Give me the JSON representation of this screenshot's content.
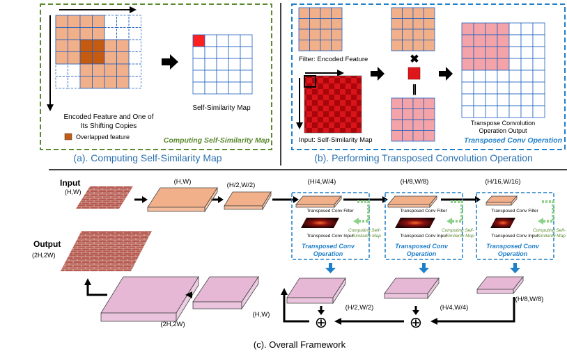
{
  "panel_a": {
    "caption": "(a). Computing Self-Similarity Map",
    "title": "Computing Self-Similarity Map",
    "encoded_label_line1": "Encoded Feature and One of",
    "encoded_label_line2": "Its Shifting Copies",
    "legend_label": "Overlapped feature",
    "map_label": "Self-Similarity Map"
  },
  "panel_b": {
    "caption": "(b). Performing Transposed Convolution Operation",
    "title": "Transposed Conv Operation",
    "filter_label": "Filter:  Encoded Feature",
    "input_label": "Input:  Self-Similarity Map",
    "output_label_line1": "Transpose Convolution",
    "output_label_line2": "Operation Output"
  },
  "panel_c": {
    "caption": "(c). Overall Framework",
    "input_label": "Input",
    "input_size": "(H,W)",
    "output_label": "Output",
    "output_size": "(2H,2W)",
    "encoder_sizes": [
      "(H,W)",
      "(H/2,W/2)",
      "(H/4,W/4)",
      "(H/8,W/8)",
      "(H/16,W/16)"
    ],
    "decoder_sizes": [
      "(2H,2W)",
      "(H,W)",
      "(H/2,W/2)",
      "(H/4,W/4)",
      "(H/8,W/8)"
    ],
    "filter_label": "Transposed Conv Filter",
    "conv_input_label": "Transposed Conv Input",
    "ssm_label_line1": "Computing Self-",
    "ssm_label_line2": "Similarity Map",
    "op_label_line1": "Transposed Conv",
    "op_label_line2": "Operation",
    "plus_symbol": "⊕"
  },
  "colors": {
    "panel_a_border": "#5a8a2e",
    "panel_a_title": "#5a8a2e",
    "panel_b_border": "#1f7fc9",
    "panel_b_title": "#1f7fc9",
    "caption": "#2a6fb0",
    "encoder_block": "#f2b08a",
    "overlap_cell": "#c55a11",
    "decoder_block": "#e6b8d6",
    "red_map": "#e0171a",
    "map_hit": "#ff2020",
    "output_highlight": "#f4a3a8",
    "green_arrow": "#8fd18a"
  }
}
